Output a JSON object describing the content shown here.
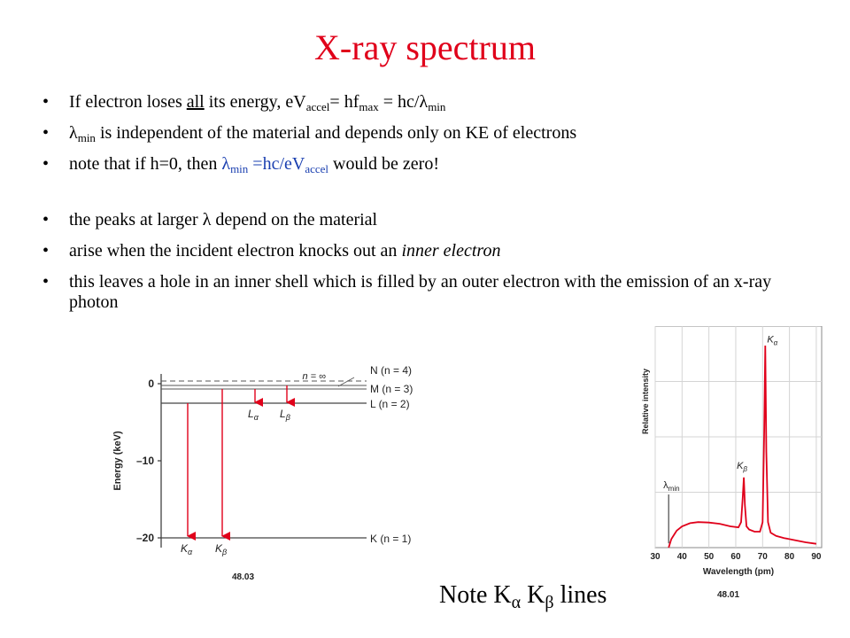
{
  "title": "X-ray spectrum",
  "bullets": {
    "b1": {
      "pre": "If electron loses ",
      "all": "all",
      "mid": " its energy,  eV",
      "accel": "accel",
      "eq": "=  hf",
      "max": "max",
      "eq2": " = hc/",
      "lambda": "λ",
      "min": "min"
    },
    "b2": {
      "lambda": "λ",
      "min": "min",
      "text": " is independent of the material and depends only on KE of electrons"
    },
    "b3": {
      "pre": "note that if  h=0, then    ",
      "lambda": "λ",
      "min": "min",
      "eq": " =hc/eV",
      "accel": "accel",
      "post": "  would be zero!"
    },
    "b4": {
      "pre": "the peaks at larger ",
      "lambda": "λ",
      "post": " depend on the material"
    },
    "b5": {
      "pre": "arise when the incident electron knocks out an ",
      "em": "inner electron"
    },
    "b6": {
      "text": "this leaves a hole in an inner shell which is filled by an outer electron with the emission of an x-ray photon"
    }
  },
  "note": {
    "pre": "Note K",
    "alpha": "α",
    "gap": "   K",
    "beta": "β",
    "post": "  lines"
  },
  "energy_diagram": {
    "ylabel": "Energy (keV)",
    "ticks": [
      "0",
      "–10",
      "–20"
    ],
    "levels": [
      {
        "label": "N (n = 4)",
        "energy_keV": -0.2
      },
      {
        "label": "M (n = 3)",
        "energy_keV": -0.6
      },
      {
        "label": "L (n = 2)",
        "energy_keV": -2.5
      },
      {
        "label": "K (n = 1)",
        "energy_keV": -20.0
      }
    ],
    "infinity_label": "n = ∞",
    "transitions": [
      {
        "label": "L",
        "sub": "α"
      },
      {
        "label": "L",
        "sub": "β"
      },
      {
        "label": "K",
        "sub": "α"
      },
      {
        "label": "K",
        "sub": "β"
      }
    ],
    "figure_number": "48.03",
    "colors": {
      "arrow": "#e0001a"
    }
  },
  "chart_data": {
    "type": "line",
    "xlabel": "Wavelength (pm)",
    "ylabel": "Relative intensity",
    "x_ticks": [
      30,
      40,
      50,
      60,
      70,
      80,
      90
    ],
    "xlim": [
      30,
      92
    ],
    "ylim": [
      0,
      1
    ],
    "grid": true,
    "annotations": [
      {
        "label": "λ",
        "sub": "min",
        "x": 35
      },
      {
        "label": "K",
        "sub": "β",
        "x": 63
      },
      {
        "label": "K",
        "sub": "α",
        "x": 71
      }
    ],
    "series": [
      {
        "x": [
          35,
          36,
          38,
          40,
          43,
          46,
          50,
          54,
          58,
          61,
          62,
          62.6,
          63,
          63.4,
          64,
          65,
          67,
          69,
          70,
          70.6,
          71,
          71.4,
          72,
          73,
          75,
          78,
          82,
          86,
          90
        ],
        "y": [
          0,
          0.04,
          0.08,
          0.1,
          0.115,
          0.12,
          0.118,
          0.112,
          0.1,
          0.095,
          0.12,
          0.24,
          0.33,
          0.2,
          0.1,
          0.085,
          0.075,
          0.075,
          0.12,
          0.55,
          0.95,
          0.45,
          0.12,
          0.07,
          0.055,
          0.045,
          0.035,
          0.025,
          0.018
        ]
      }
    ],
    "figure_number": "48.01",
    "colors": {
      "line": "#e0001a"
    }
  }
}
